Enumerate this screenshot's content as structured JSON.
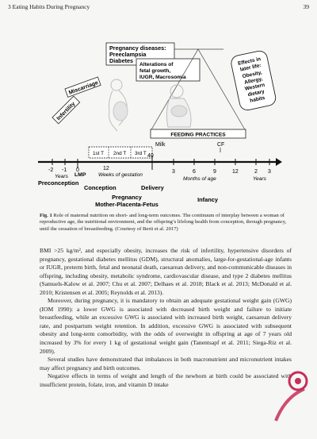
{
  "header": {
    "left": "3   Eating Habits During Pregnancy",
    "right": "39"
  },
  "figure": {
    "pregnancy_diseases": "Pregnancy diseases:",
    "preeclampsia": "Preeclampsia",
    "diabetes": "Diabetes",
    "miscarriage": "Miscarriage",
    "infertility": "Infertility",
    "alterations_1": "Alterations of",
    "alterations_2": "fetal growth,",
    "alterations_3": "IUGR, Macrosomia",
    "effects_lines": [
      "Effects in",
      "later life:",
      "Obesity,",
      "Allergy,",
      "Western",
      "dietary",
      "habits"
    ],
    "feeding": "FEEDING PRACTICES",
    "milk": "Milk",
    "cf": "CF",
    "trimester_1": "1st T",
    "trimester_2": "2nd T",
    "trimester_3": "3rd T",
    "ticks_left": [
      "-2",
      "-1",
      "0"
    ],
    "years_left": "Years",
    "lmp": "LMP",
    "tick_12": "12",
    "tick_40": "40",
    "weeks": "Weeks of gestation",
    "ticks_months": [
      "3",
      "6",
      "9",
      "12"
    ],
    "months": "Months of age",
    "ticks_years_right": [
      "2",
      "3"
    ],
    "years_right": "Years",
    "preconception": "Preconception",
    "conception": "Conception",
    "delivery": "Delivery",
    "pregnancy": "Pregnancy",
    "mpf": "Mother-Placenta-Fetus",
    "infancy": "Infancy"
  },
  "caption": {
    "label": "Fig. 1",
    "text": "  Role of maternal nutrition on short- and long-term outcomes. The continuum of interplay between a woman of reproductive age, the nutritional environment, and the offspring’s lifelong health from conception, through pregnancy, until the cessation of breastfeeding. (Courtesy of Berti et al. 2017)"
  },
  "body": [
    "BMI >25 kg/m², and especially obesity, increases the risk of infertility, hypertensive disorders of pregnancy, gestational diabetes mellitus (GDM), structural anomalies, large-for-gestational-age infants or IUGR, preterm birth, fetal and neonatal death, caesarean delivery, and non-communicable diseases in offspring, including obesity, metabolic syndrome, cardiovascular disease, and type 2 diabetes mellitus (Samuels-Kalow et al. 2007; Chu et al. 2007; Delhaes et al. 2018; Black et al. 2013; McDonald et al. 2010; Kristensen et al. 2005; Reynolds et al. 2013).",
    "Moreover, during pregnancy, it is mandatory to obtain an adequate gestational weight gain (GWG) (IOM 1990): a lower GWG is associated with decreased birth weight and failure to initiate breastfeeding, while an excessive GWG is associated with increased birth weight, caesarean delivery rate, and postpartum weight retention. In addition, excessive GWG is associated with subsequent obesity and long-term comorbidity, with the odds of overweight in offspring at age of 7 years old increased by 3% for every 1 kg of gestational weight gain (Tanentsapf et al. 2011; Siega-Riz et al. 2009).",
    "Several studies have demonstrated that imbalances in both macronutrient and micronutrient intakes may affect pregnancy and birth outcomes.",
    "Negative effects in terms of weight and length of the newborn at birth could be associated with insufficient protein, folate, iron, and vitamin D intake"
  ]
}
